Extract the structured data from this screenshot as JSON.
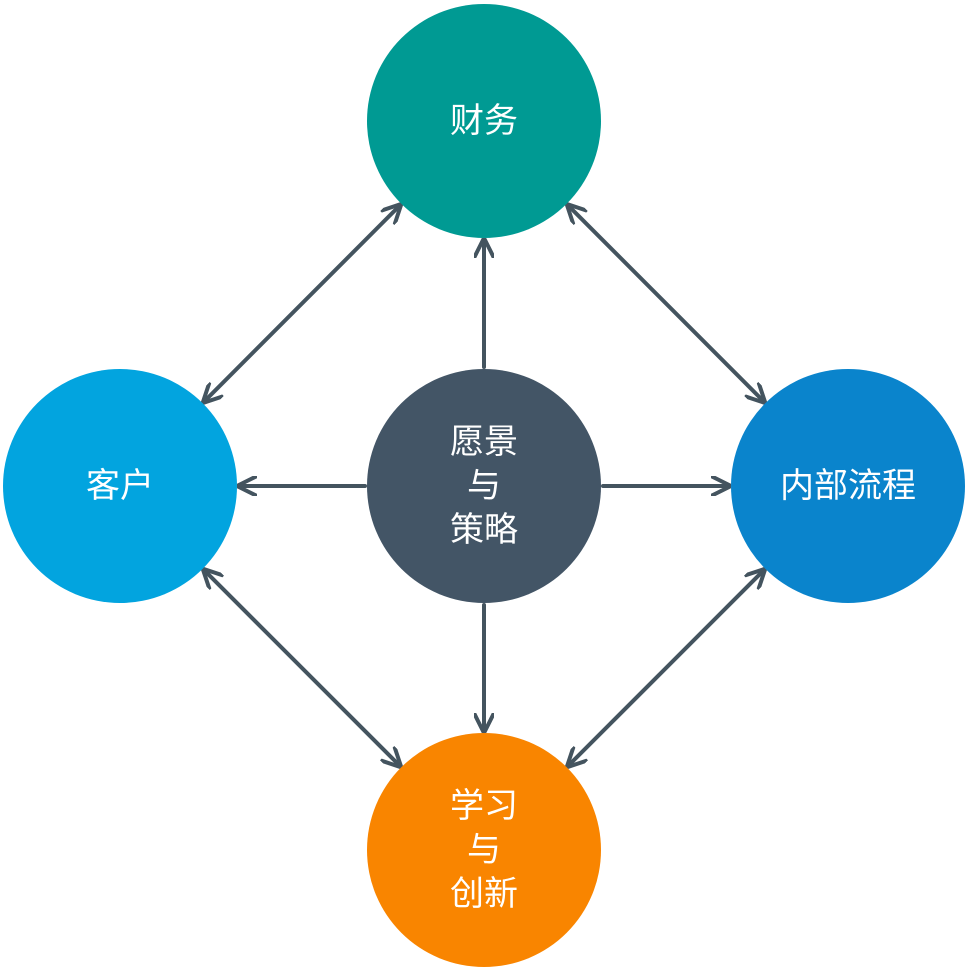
{
  "diagram": {
    "nodes": {
      "finance": {
        "lines": [
          "财务"
        ],
        "color": "#009a93"
      },
      "customer": {
        "lines": [
          "客户"
        ],
        "color": "#02a4df"
      },
      "center": {
        "lines": [
          "愿景",
          "与",
          "策略"
        ],
        "color": "#435566"
      },
      "process": {
        "lines": [
          "内部流程"
        ],
        "color": "#0a84cc"
      },
      "learning": {
        "lines": [
          "学习",
          "与",
          "创新"
        ],
        "color": "#f98500"
      }
    },
    "edges": [
      {
        "from": "center",
        "to": "finance",
        "bidirectional": false
      },
      {
        "from": "center",
        "to": "customer",
        "bidirectional": false
      },
      {
        "from": "center",
        "to": "process",
        "bidirectional": false
      },
      {
        "from": "center",
        "to": "learning",
        "bidirectional": false
      },
      {
        "from": "finance",
        "to": "customer",
        "bidirectional": true
      },
      {
        "from": "finance",
        "to": "process",
        "bidirectional": true
      },
      {
        "from": "customer",
        "to": "learning",
        "bidirectional": true
      },
      {
        "from": "process",
        "to": "learning",
        "bidirectional": true
      }
    ],
    "arrow_color": "#44545f"
  }
}
